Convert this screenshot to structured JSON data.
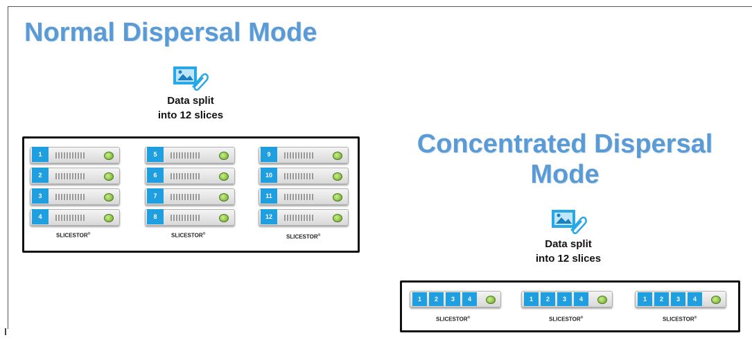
{
  "titles": {
    "normal": "Normal Dispersal Mode",
    "concentrated": "Concentrated Dispersal Mode"
  },
  "captions": {
    "normal": [
      "Data split",
      "into 12 slices"
    ],
    "concentrated": [
      "Data split",
      "into 12 slices"
    ]
  },
  "brand": "SLICESTOR",
  "brand_mark": "®",
  "normal_slicestors": [
    {
      "slices": [
        "1",
        "2",
        "3",
        "4"
      ]
    },
    {
      "slices": [
        "5",
        "6",
        "7",
        "8"
      ]
    },
    {
      "slices": [
        "9",
        "10",
        "11",
        "12"
      ]
    }
  ],
  "concentrated_slicestors": [
    {
      "slices": [
        "1",
        "2",
        "3",
        "4"
      ]
    },
    {
      "slices": [
        "1",
        "2",
        "3",
        "4"
      ]
    },
    {
      "slices": [
        "1",
        "2",
        "3",
        "4"
      ]
    }
  ],
  "colors": {
    "title": "#5b9bd5",
    "slice": "#1f9fe0",
    "led": "#6aa226"
  },
  "icons": {
    "data_file": "image-attachment-icon"
  }
}
